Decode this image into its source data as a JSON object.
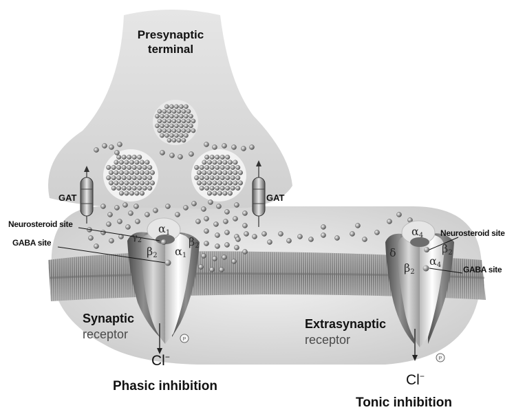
{
  "presynaptic": {
    "line1": "Presynaptic",
    "line2": "terminal"
  },
  "transporter_left": "GAT",
  "transporter_right": "GAT",
  "synaptic_receptor": {
    "neurosteroid_label": "Neurosteroid site",
    "gaba_label": "GABA site",
    "name_line1": "Synaptic",
    "name_line2": "receptor",
    "subunits": [
      {
        "symbol": "α",
        "index": "1"
      },
      {
        "symbol": "β",
        "index": "2"
      },
      {
        "symbol": "α",
        "index": "1"
      },
      {
        "symbol": "β",
        "index": "2"
      },
      {
        "symbol": "γ",
        "index": "2"
      }
    ],
    "ion": "Cl",
    "ion_charge": "−",
    "inhibition": "Phasic inhibition"
  },
  "extrasynaptic_receptor": {
    "neurosteroid_label": "Neurosteroid site",
    "gaba_label": "GABA site",
    "name_line1": "Extrasynaptic",
    "name_line2": "receptor",
    "subunits": [
      {
        "symbol": "α",
        "index": "4"
      },
      {
        "symbol": "β",
        "index": "2"
      },
      {
        "symbol": "α",
        "index": "4"
      },
      {
        "symbol": "β",
        "index": "2"
      },
      {
        "symbol": "δ",
        "index": ""
      }
    ],
    "ion": "Cl",
    "ion_charge": "−",
    "inhibition": "Tonic inhibition"
  },
  "colors": {
    "cell_gray": "#d6d6d6",
    "membrane": "#8f8f8f",
    "gaba_molecule": "#7a7a7a",
    "receptor_light": "#efefef",
    "receptor_dark": "#6f6f6f"
  },
  "icons": [
    "gaba-molecule-icon",
    "vesicle-icon",
    "phosphate-icon",
    "transporter-icon"
  ]
}
